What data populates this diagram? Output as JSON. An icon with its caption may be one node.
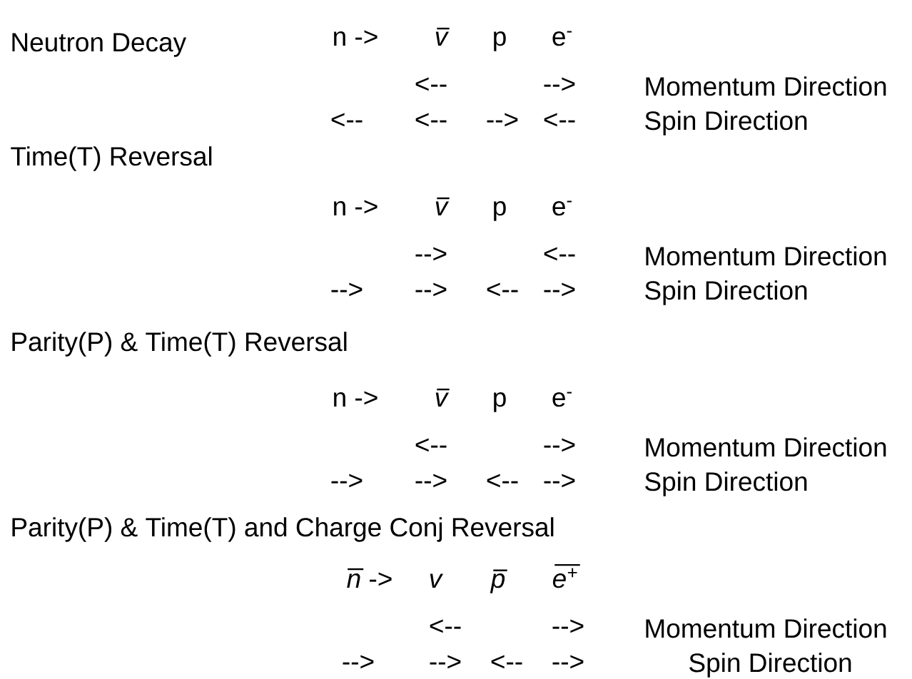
{
  "diagram": {
    "labels": [
      "Neutron Decay",
      "n ->",
      "v",
      "p",
      "e$^{-}$",
      "<--",
      "-->",
      "Momentum Direction",
      "<--",
      "<--",
      "-->",
      "<--",
      "Spin Direction",
      "Time(T) Reversal",
      "n ->",
      "v",
      "p",
      "e$^{-}$",
      "-->",
      "<--",
      "Momentum Direction",
      "-->",
      "-->",
      "<--",
      "-->",
      "Spin Direction",
      "Parity(P) & Time(T) Reversal",
      "n ->",
      "v",
      "p",
      "e$^{-}$",
      "<--",
      "-->",
      "Momentum Direction",
      "-->",
      "-->",
      "<--",
      "-->",
      "Spin Direction",
      "Parity(P) & Time(T) and Charge Conj Reversal",
      "*n* ->",
      "v",
      "p",
      "e$^{+}$",
      "<--",
      "-->",
      "Momentum Direction",
      "-->",
      "-->",
      "<--",
      "-->",
      "Spin Direction"
    ]
  }
}
